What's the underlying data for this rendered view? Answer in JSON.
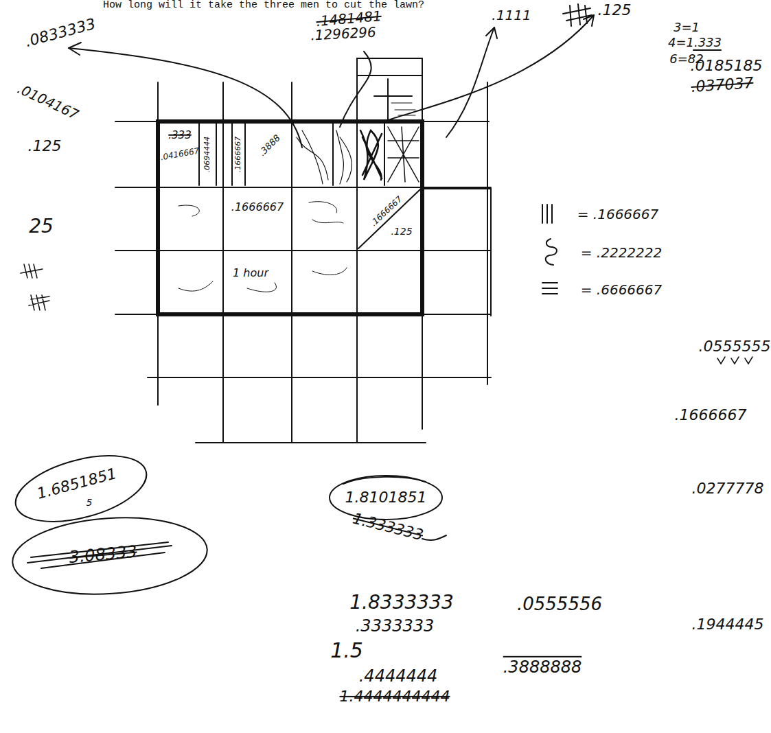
{
  "diagram": {
    "title": "How long will it take the three men to cut the lawn?",
    "labels": [
      ".0833333",
      ".1481481",
      ".1296296",
      ".1111",
      ".125",
      "3=1",
      "4=1.333",
      "6=82",
      ".0185185",
      ".037037",
      ".0104167",
      ".125",
      "25",
      ".333",
      ".0416667",
      ".0694444",
      ".1666667",
      ".3888",
      ".1666667",
      ".1666667",
      ".125",
      "1 hour",
      "= .1666667",
      "= .2222222",
      "= .6666667",
      ".0555555",
      ".1666667",
      "1.6851851",
      "5",
      "3.08333",
      "1.8101851",
      "1.333333",
      "1.8333333",
      ".3333333",
      "1.5",
      ".4444444",
      "1.4444444444",
      ".0277778",
      ".0555556",
      ".1944445",
      ".3888888"
    ]
  }
}
